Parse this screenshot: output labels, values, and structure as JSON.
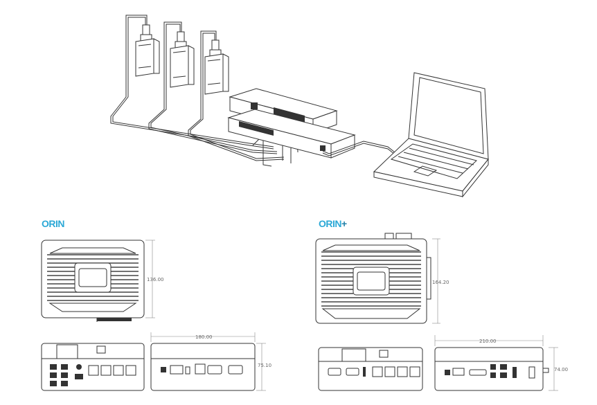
{
  "logos": {
    "left": "ORIN",
    "right": "ORIN",
    "right_plus": "+"
  },
  "dimensions": {
    "orin_height": "136.00",
    "orin_width": "180.00",
    "orin_depth": "75.10",
    "orinplus_height": "164.20",
    "orinplus_width": "210.00",
    "orinplus_depth": "74.00"
  }
}
